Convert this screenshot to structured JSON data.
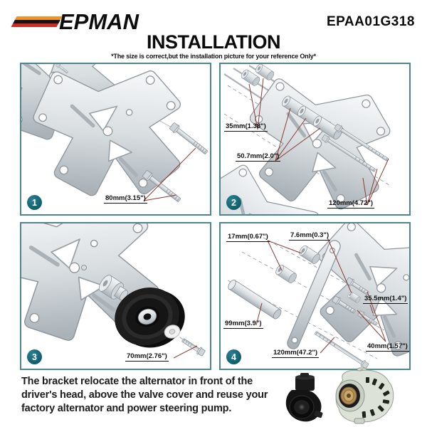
{
  "header": {
    "brand": "EPMAN",
    "part_number": "EPAA01G318",
    "logo_stripe_colors": [
      "#F0922B",
      "#151515",
      "#CE2B22"
    ]
  },
  "title": {
    "text": "INSTALLATION",
    "subtitle": "*The size is correct,but the installation picture for your reference Only*"
  },
  "panels": [
    {
      "number": "1",
      "labels": [
        "80mm(3.15\")"
      ]
    },
    {
      "number": "2",
      "labels": [
        "35mm(1.38\")",
        "50.7mm(2.0\")",
        "120mm(4.72\")"
      ]
    },
    {
      "number": "3",
      "labels": [
        "70mm(2.76\")"
      ]
    },
    {
      "number": "4",
      "labels": [
        "17mm(0.67\")",
        "7.6mm(0.3\")",
        "35.5mm(1.4\")",
        "99mm(3.9\")",
        "40mm(1.57\")",
        "120mm(47.2\")"
      ]
    }
  ],
  "footer": {
    "lines": [
      "The bracket relocate the alternator in front of the",
      "driver's head, above the valve cover and reuse your",
      "factory alternator and power steering pump."
    ],
    "images": [
      "power-steering-pump",
      "alternator"
    ]
  },
  "colors": {
    "panel_border": "#4E868D",
    "badge_teal": "#0F5F6E",
    "leader_line_maroon": "#8A3A33",
    "metal_light": "#F4F6F7",
    "metal_dark": "#AAB2B8",
    "pulley_black": "#1D1D1D"
  }
}
